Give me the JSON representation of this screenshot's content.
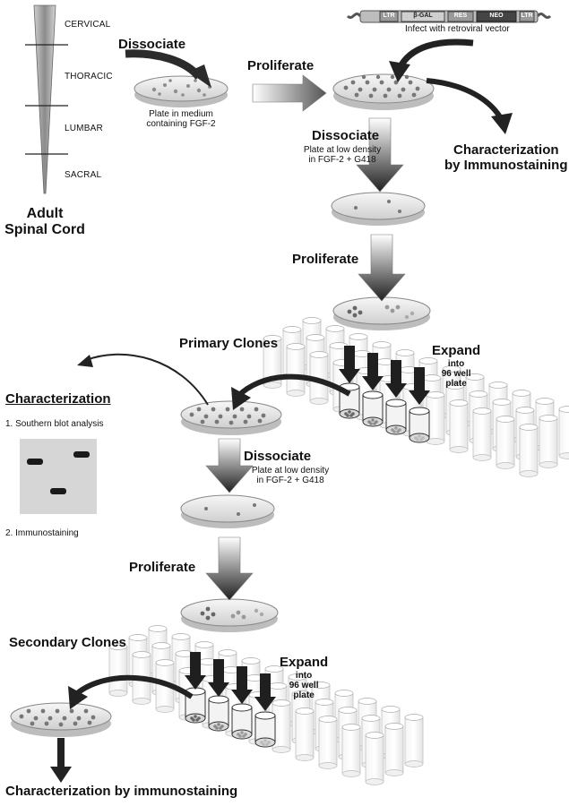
{
  "spinal_cord": {
    "segments": [
      "CERVICAL",
      "THORACIC",
      "LUMBAR",
      "SACRAL"
    ],
    "title_line1": "Adult",
    "title_line2": "Spinal Cord"
  },
  "vector": {
    "parts": [
      "LTR",
      "β-GAL",
      "RES",
      "NEO",
      "LTR"
    ],
    "caption": "Infect with retroviral vector"
  },
  "steps": {
    "dissociate_1": "Dissociate",
    "plate_medium_1": "Plate in medium",
    "plate_medium_2": "containing FGF-2",
    "proliferate_1": "Proliferate",
    "characterization_1": "Characterization",
    "characterization_2": "by  Immunostaining",
    "dissociate_2": "Dissociate",
    "low_density_a1": "Plate at low density",
    "low_density_a2": "in FGF-2 + G418",
    "proliferate_2": "Proliferate",
    "primary_clones": "Primary Clones",
    "expand_1a": "Expand",
    "expand_1b": "into",
    "expand_1c": "96 well",
    "expand_1d": "plate",
    "dissociate_3": "Dissociate",
    "low_density_b1": "Plate at low density",
    "low_density_b2": "in FGF-2 + G418",
    "proliferate_3": "Proliferate",
    "secondary_clones": "Secondary Clones",
    "expand_2a": "Expand",
    "expand_2b": "into",
    "expand_2c": "96 well",
    "expand_2d": "plate",
    "final": "Characterization by immunostaining"
  },
  "characterization_panel": {
    "heading": "Characterization",
    "item1": "1. Southern blot analysis",
    "item2": "2. Immunostaining"
  },
  "colors": {
    "arrow": "#2b2b2b",
    "dish": "#e9e9e9",
    "cells": "#7a7a7a",
    "blot_bg": "#d6d6d6",
    "band": "#1a1a1a"
  }
}
